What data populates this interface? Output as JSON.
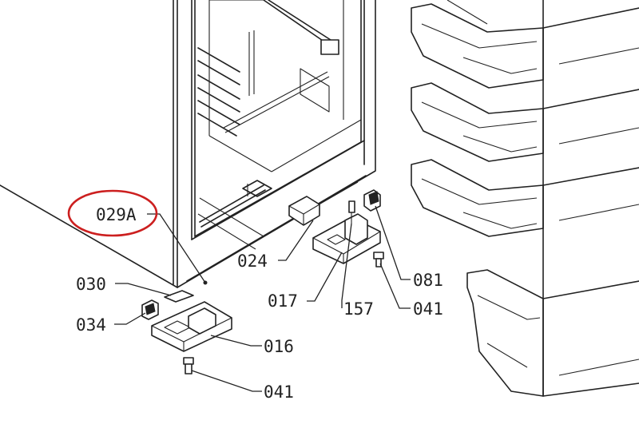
{
  "labels": {
    "p029a": "029A",
    "p024": "024",
    "p030": "030",
    "p034": "034",
    "p016": "016",
    "p041a": "041",
    "p017": "017",
    "p157": "157",
    "p041b": "041",
    "p081": "081"
  },
  "colors": {
    "highlight": "#cc1f1f",
    "line": "#222222",
    "background": "#ffffff"
  }
}
